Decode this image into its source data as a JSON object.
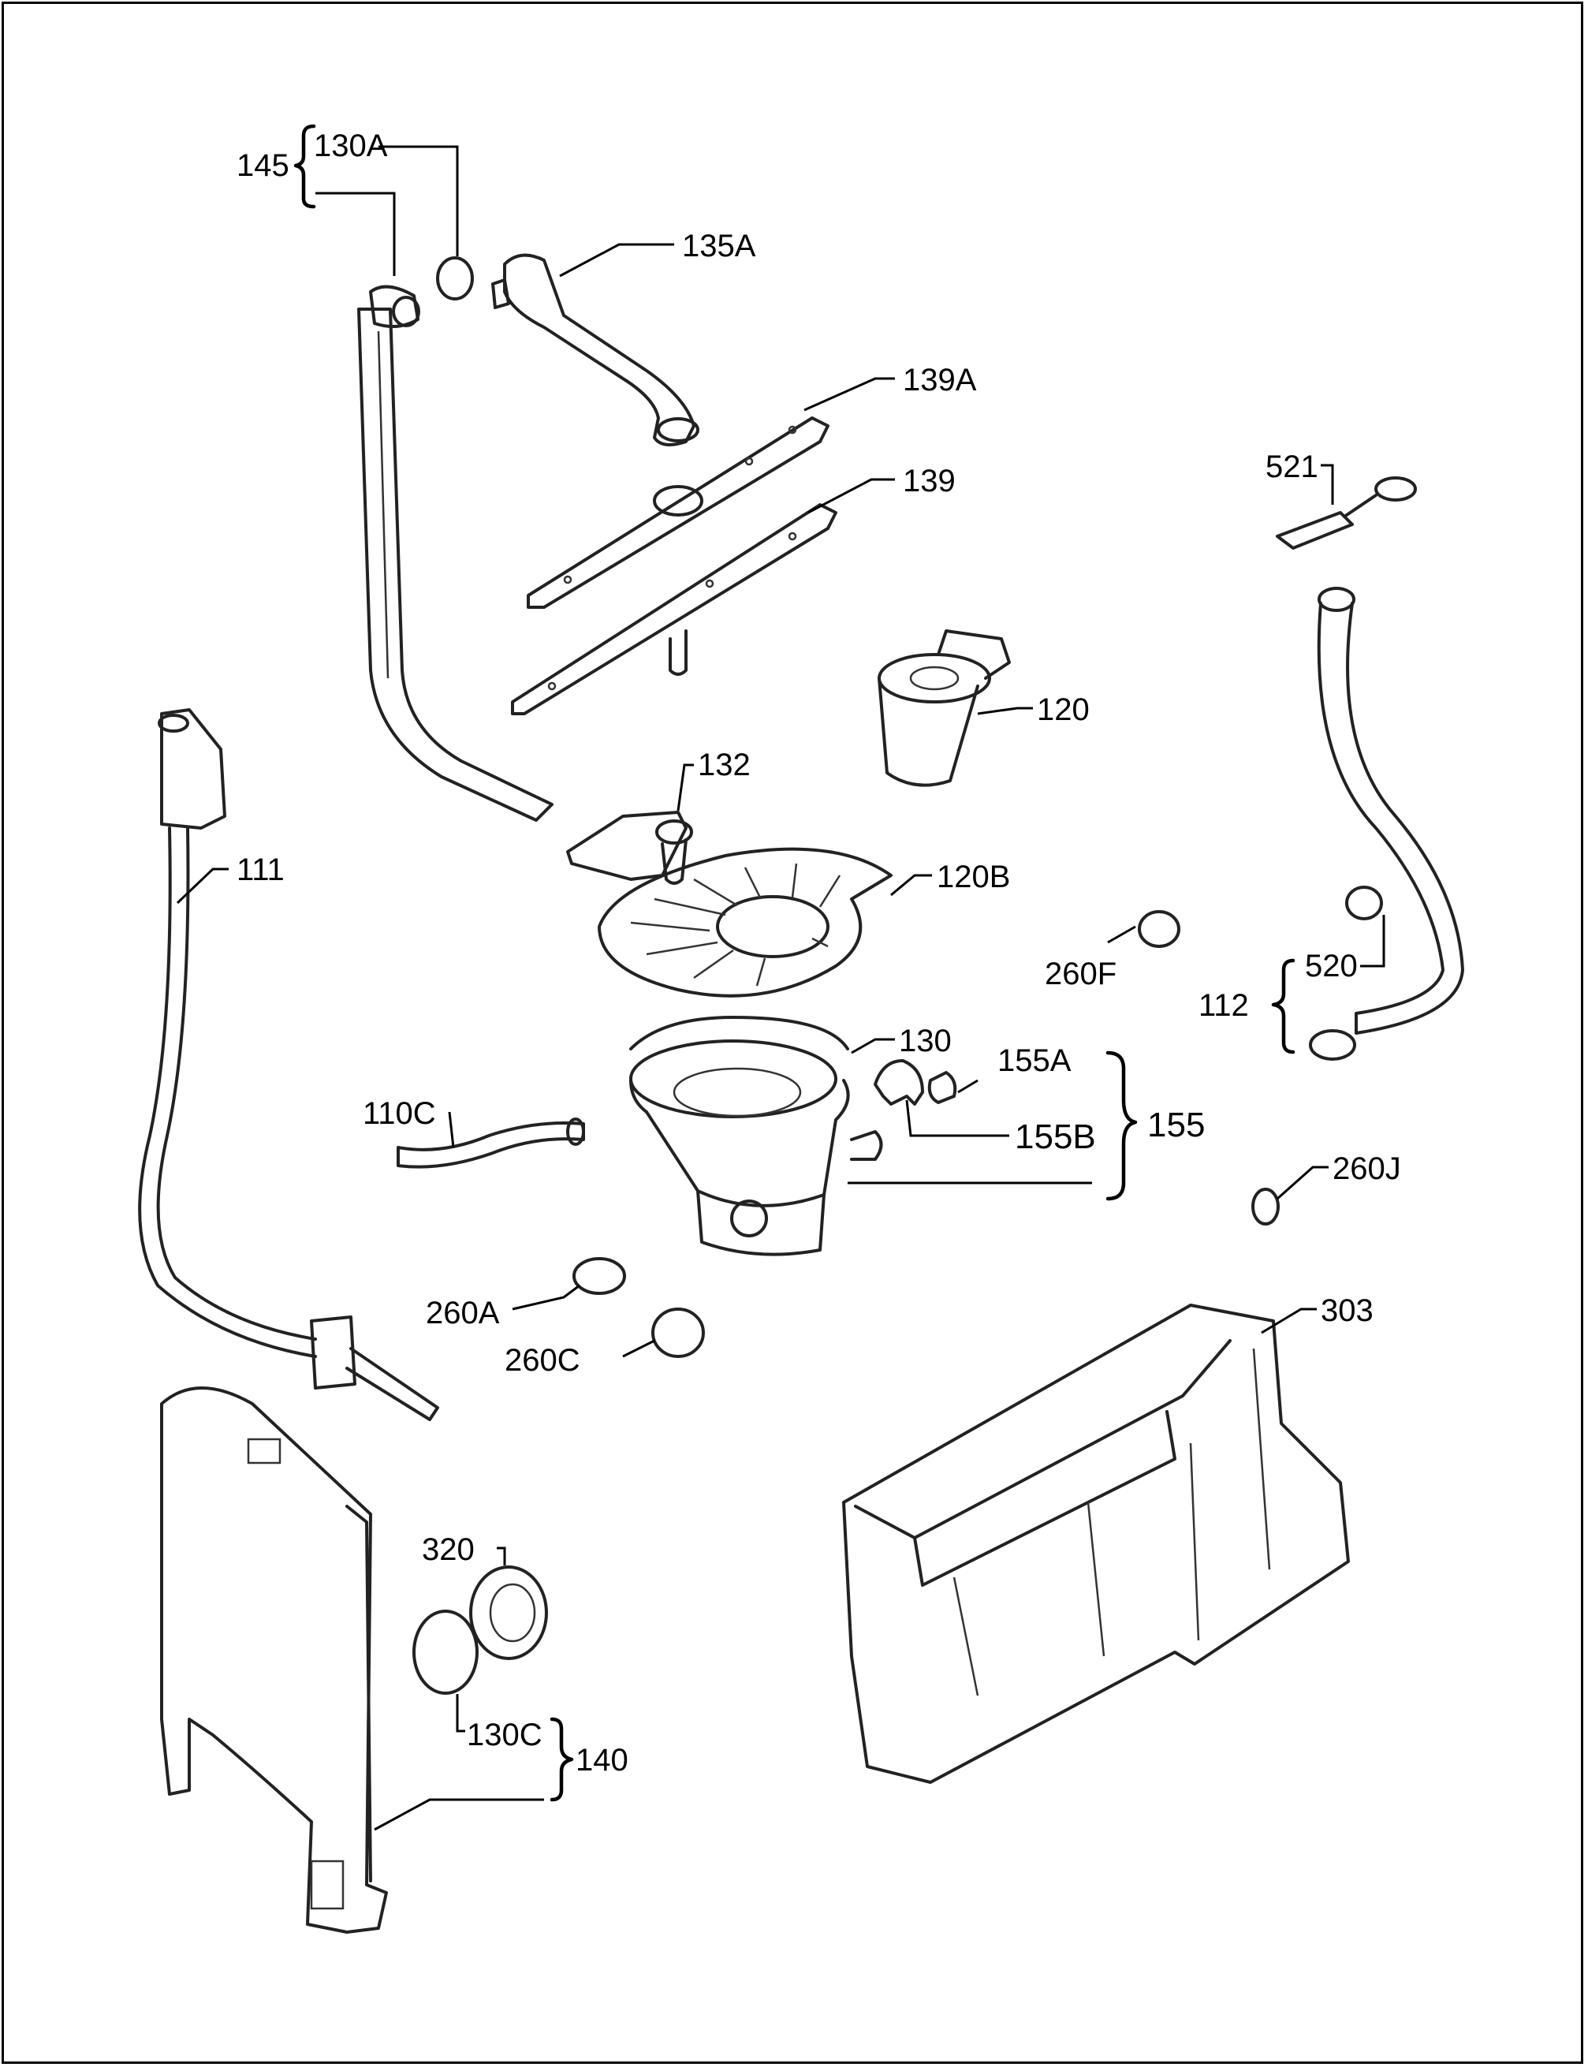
{
  "labels": {
    "l145": "145",
    "l130a": "130A",
    "l135a": "135A",
    "l139a": "139A",
    "l139": "139",
    "l521": "521",
    "l120": "120",
    "l132": "132",
    "l111": "111",
    "l120b": "120B",
    "l260f": "260F",
    "l520": "520",
    "l112": "112",
    "l130": "130",
    "l155a": "155A",
    "l155b": "155B",
    "l155": "155",
    "l110c": "110C",
    "l260j": "260J",
    "l260a": "260A",
    "l303": "303",
    "l260c": "260C",
    "l320": "320",
    "l130c": "130C",
    "l140": "140"
  }
}
